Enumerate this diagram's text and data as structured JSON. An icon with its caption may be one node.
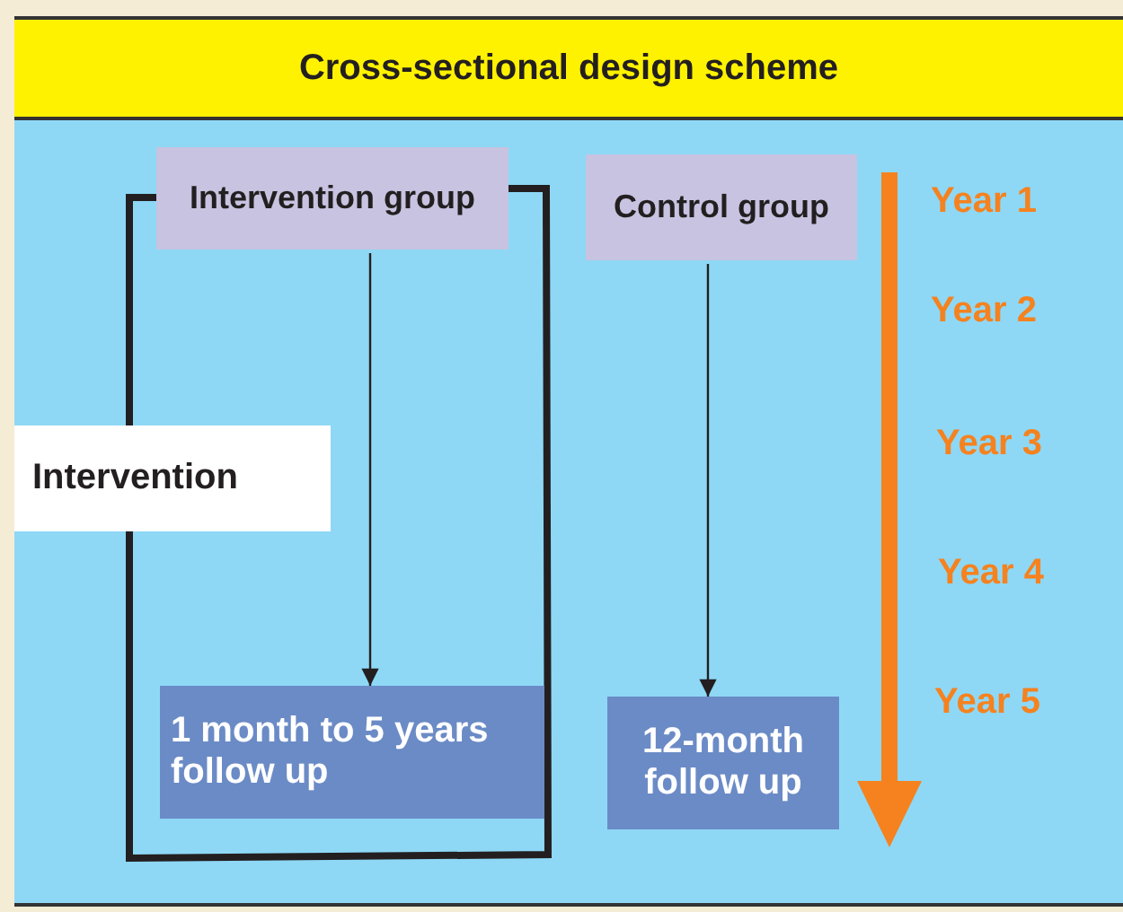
{
  "diagram": {
    "title": "Cross-sectional design scheme",
    "nodes": [
      {
        "text": [
          "Intervention group"
        ]
      },
      {
        "text": [
          "Control group"
        ]
      },
      {
        "text": [
          "Intervention"
        ]
      },
      {
        "text": [
          "1 month to 5 years follow up"
        ]
      },
      {
        "text": [
          "12-month follow up"
        ]
      }
    ],
    "edges": [
      {
        "from": 0,
        "to": 3,
        "arrow": "to"
      },
      {
        "from": 1,
        "to": 4,
        "arrow": "to"
      }
    ],
    "labels": [
      "Year 1",
      "Year 2",
      "Year 3",
      "Year 4",
      "Year 5"
    ]
  }
}
